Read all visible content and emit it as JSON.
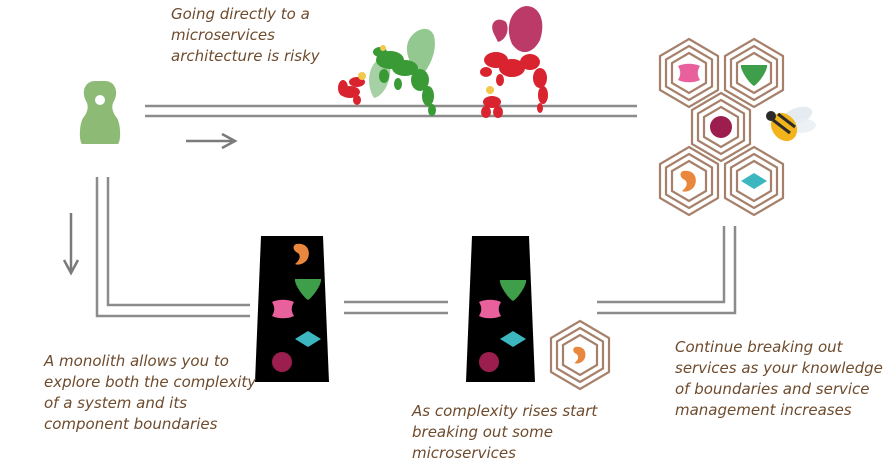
{
  "captions": {
    "top": "Going directly to a\nmicroservices\narchitecture is risky",
    "monolith": "A monolith allows you to\nexplore both the complexity\nof a system and its\ncomponent boundaries",
    "middle": "As complexity rises start\nbreaking out some\nmicroservices",
    "right": "Continue breaking out\nservices as your knowledge\nof boundaries and service\nmanagement increases"
  },
  "icons": {
    "start": "pawn-icon",
    "dragons": "dragon-icon",
    "bee": "bee-icon",
    "services": "hexagon-cell-icon"
  },
  "colors": {
    "caption_text": "#6e4b2d",
    "track": "#8c8c8c",
    "arrow": "#7a7a7a",
    "pawn": "#8dbb75",
    "monolith": "#000000",
    "hex_outline": "#a6806a",
    "pink": "#e8609c",
    "green": "#3e9e4a",
    "maroon": "#9c1e4e",
    "orange": "#e8873d",
    "teal": "#3cb7c0",
    "dragon_red": "#d9232f",
    "dragon_green": "#3a9a36"
  }
}
